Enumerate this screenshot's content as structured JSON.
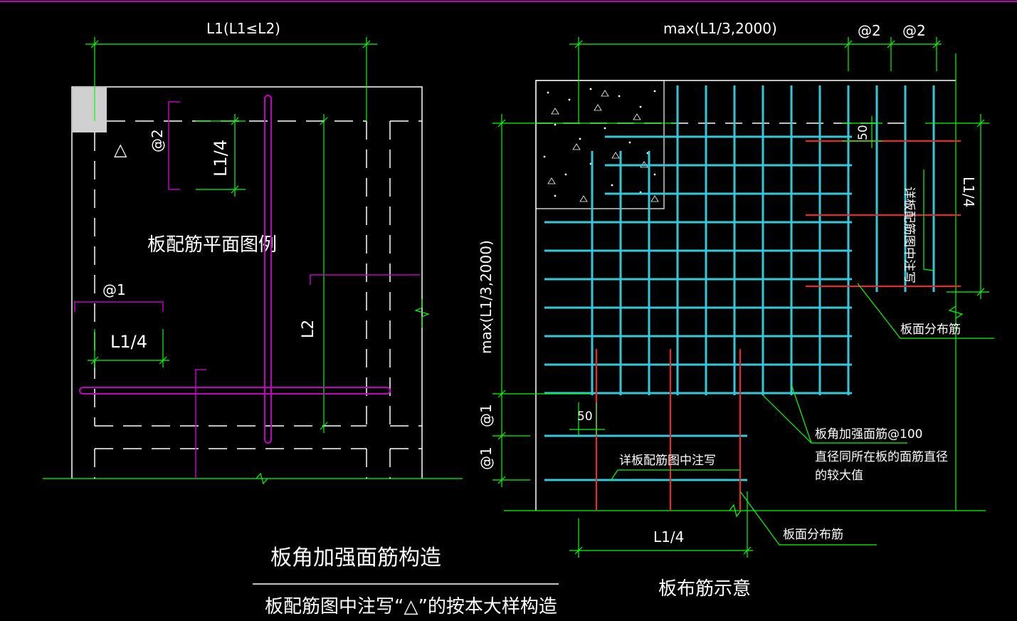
{
  "colors": {
    "background": "#000000",
    "outline": "#ffffff",
    "dimension": "#00ff00",
    "rebar_magenta": "#c000c0",
    "rebar_cyan": "#33c8dc",
    "rebar_red": "#ff2020",
    "concrete_fill": "#d0d0d0",
    "leader": "#00ff00"
  },
  "left_detail": {
    "dim_top": "L1(L1≤L2)",
    "spacing_2": "@2",
    "l1_quarter_upper": "L1/4",
    "plan_legend": "板配筋平面图例",
    "spacing_1": "@1",
    "l1_quarter_lower": "L1/4",
    "l2": "L2",
    "triangle_symbol": "△"
  },
  "right_detail": {
    "dim_top": "max(L1/3,2000)",
    "spacing_2a": "@2",
    "spacing_2b": "@2",
    "dim_50_top": "50",
    "dim_l1_quarter_right": "L1/4",
    "note_vertical": "详板配筋图中注写",
    "label_dist_bar_right": "板面分布筋",
    "dim_left_vertical": "max(L1/3,2000)",
    "spacing_1a": "@1",
    "spacing_1b": "@1",
    "dim_50_bottom": "50",
    "note_bottom": "详板配筋图中注写",
    "reinforce_note_line1": "板角加强面筋@100",
    "reinforce_note_line2": "直径同所在板的面筋直径",
    "reinforce_note_line3": "的较大值",
    "label_dist_bar_bottom": "板面分布筋",
    "dim_bottom": "L1/4"
  },
  "titles": {
    "main_title": "板角加强面筋构造",
    "subtitle": "板配筋图中注写“△”的按本大样构造",
    "right_title": "板布筋示意"
  }
}
